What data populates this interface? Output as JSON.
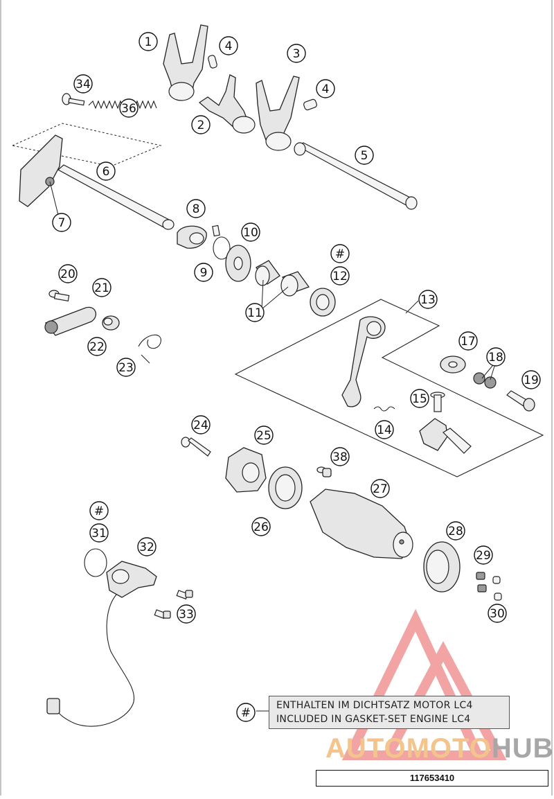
{
  "diagram": {
    "callouts": [
      {
        "id": "c1",
        "label": "1"
      },
      {
        "id": "c2",
        "label": "2"
      },
      {
        "id": "c3",
        "label": "3"
      },
      {
        "id": "c4a",
        "label": "4"
      },
      {
        "id": "c4b",
        "label": "4"
      },
      {
        "id": "c5",
        "label": "5"
      },
      {
        "id": "c6",
        "label": "6"
      },
      {
        "id": "c7",
        "label": "7"
      },
      {
        "id": "c8",
        "label": "8"
      },
      {
        "id": "c9",
        "label": "9"
      },
      {
        "id": "c10",
        "label": "10"
      },
      {
        "id": "c11",
        "label": "11"
      },
      {
        "id": "c12h",
        "label": "#"
      },
      {
        "id": "c12",
        "label": "12"
      },
      {
        "id": "c13",
        "label": "13"
      },
      {
        "id": "c14",
        "label": "14"
      },
      {
        "id": "c15",
        "label": "15"
      },
      {
        "id": "c17",
        "label": "17"
      },
      {
        "id": "c18",
        "label": "18"
      },
      {
        "id": "c19",
        "label": "19"
      },
      {
        "id": "c20",
        "label": "20"
      },
      {
        "id": "c21",
        "label": "21"
      },
      {
        "id": "c22",
        "label": "22"
      },
      {
        "id": "c23",
        "label": "23"
      },
      {
        "id": "c24",
        "label": "24"
      },
      {
        "id": "c25",
        "label": "25"
      },
      {
        "id": "c26",
        "label": "26"
      },
      {
        "id": "c27",
        "label": "27"
      },
      {
        "id": "c28",
        "label": "28"
      },
      {
        "id": "c29",
        "label": "29"
      },
      {
        "id": "c30",
        "label": "30"
      },
      {
        "id": "c31h",
        "label": "#"
      },
      {
        "id": "c31",
        "label": "31"
      },
      {
        "id": "c32",
        "label": "32"
      },
      {
        "id": "c33",
        "label": "33"
      },
      {
        "id": "c34",
        "label": "34"
      },
      {
        "id": "c36",
        "label": "36"
      },
      {
        "id": "c38",
        "label": "38"
      },
      {
        "id": "clegend",
        "label": "#"
      }
    ],
    "legend": {
      "line1": "ENTHALTEN IM DICHTSATZ MOTOR LC4",
      "line2": "INCLUDED IN GASKET-SET ENGINE LC4"
    },
    "part_number": "117653410",
    "watermark": {
      "word_a": "AUTOMOTO",
      "word_b": "HUB",
      "color_a": "#f3c58d",
      "color_b": "#a7a7a7",
      "logo_color": "#e85a5a"
    }
  }
}
